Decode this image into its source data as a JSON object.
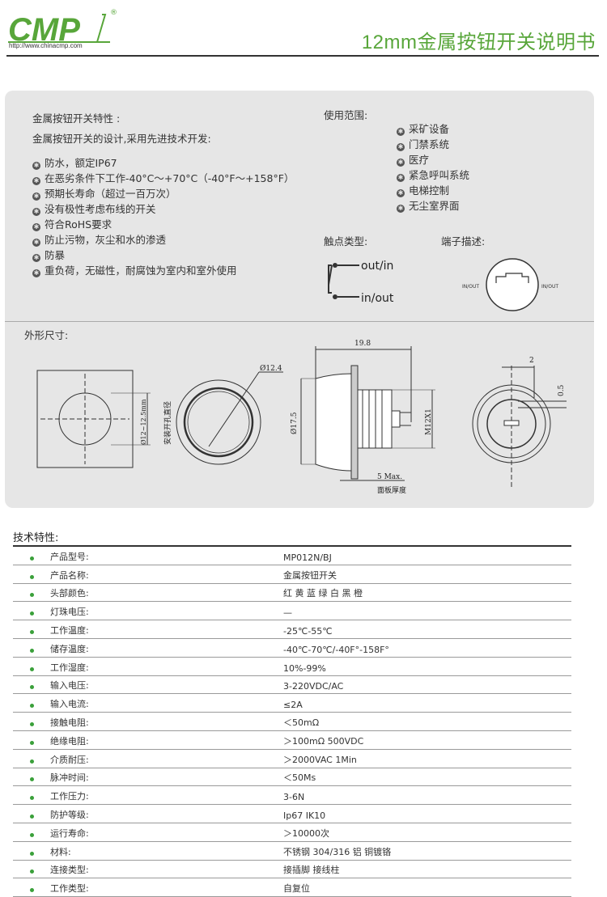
{
  "header": {
    "logo_text": "CMP",
    "logo_registered": "®",
    "logo_url": "http://www.chinacmp.com",
    "title": "12mm金属按钮开关说明书"
  },
  "features": {
    "heading": "金属按钮开关特性 :",
    "intro": "金属按钮开关的设计,采用先进技术开发:",
    "items": [
      "防水，额定IP67",
      "在恶劣条件下工作-40°C～+70°C（-40°F～+158°F）",
      "预期长寿命（超过一百万次）",
      "没有极性考虑布线的开关",
      "符合RoHS要求",
      "防止污物，灰尘和水的渗透",
      "防暴",
      "重负荷，无磁性，耐腐蚀为室内和室外使用"
    ]
  },
  "usage": {
    "heading": "使用范围:",
    "items": [
      "采矿设备",
      "门禁系统",
      "医疗",
      "紧急呼叫系统",
      "电梯控制",
      "无尘室界面"
    ]
  },
  "contact": {
    "heading": "触点类型:",
    "out_label": "out/in",
    "in_label": "in/out"
  },
  "terminal": {
    "heading": "端子描述:",
    "left_label": "IN/OUT",
    "right_label": "IN/OUT"
  },
  "dimensions": {
    "heading": "外形尺寸:",
    "hole_label": "Ø12~12.5mm",
    "hole_caption": "安装开孔直径",
    "head_dia": "Ø12.4",
    "length": "19.8",
    "body_dia": "Ø17.5",
    "thread": "M12X1",
    "panel_max": "5 Max.",
    "panel_caption": "面板厚度",
    "pin_gap": "2",
    "pin_width": "0.5"
  },
  "specs": {
    "heading": "技术特性:",
    "rows": [
      {
        "label": "产品型号:",
        "value": "MP012N/BJ"
      },
      {
        "label": "产品名称:",
        "value": "金属按钮开关"
      },
      {
        "label": "头部颜色:",
        "value": "红 黄 蓝 绿 白 黑 橙"
      },
      {
        "label": "灯珠电压:",
        "value": "—"
      },
      {
        "label": "工作温度:",
        "value": "-25℃-55℃"
      },
      {
        "label": "储存温度:",
        "value": "-40℃-70℃/-40F°-158F°"
      },
      {
        "label": "工作湿度:",
        "value": "10%-99%"
      },
      {
        "label": "输入电压:",
        "value": "3-220VDC/AC"
      },
      {
        "label": "输入电流:",
        "value": "≤2A"
      },
      {
        "label": "接触电阻:",
        "value": "＜50mΩ"
      },
      {
        "label": "绝缘电阻:",
        "value": "＞100mΩ  500VDC"
      },
      {
        "label": "介质耐压:",
        "value": "＞2000VAC  1Min"
      },
      {
        "label": "脉冲时间:",
        "value": "＜50Ms"
      },
      {
        "label": "工作压力:",
        "value": "3-6N"
      },
      {
        "label": "防护等级:",
        "value": "Ip67 IK10"
      },
      {
        "label": "运行寿命:",
        "value": "＞10000次"
      },
      {
        "label": "材料:",
        "value": "不锈钢 304/316  铝  铜镀铬"
      },
      {
        "label": "连接类型:",
        "value": "接插脚 接线柱"
      },
      {
        "label": "工作类型:",
        "value": "自复位"
      }
    ]
  },
  "colors": {
    "brand_green": "#58a63a",
    "panel_grey": "#e6e6e6",
    "bullet_green": "#3aa03a"
  }
}
